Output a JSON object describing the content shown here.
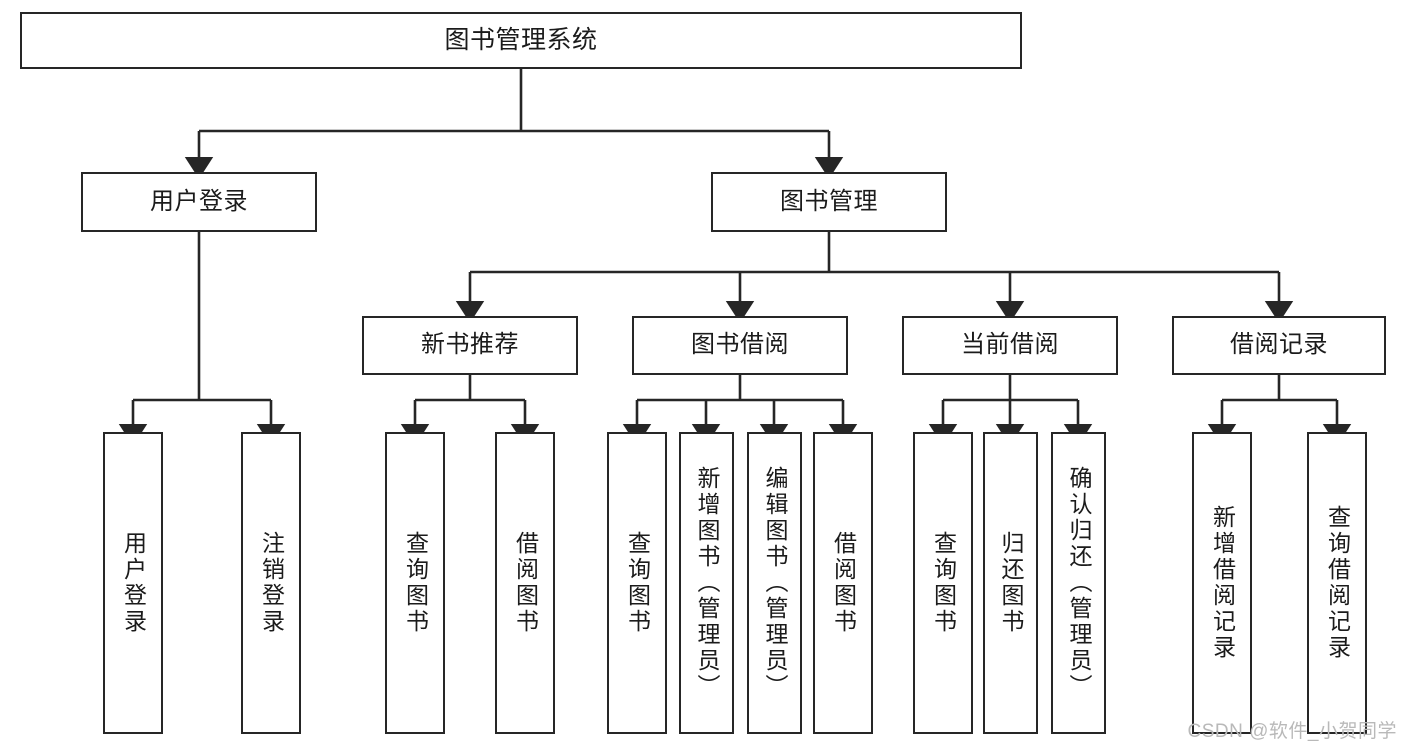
{
  "diagram": {
    "type": "tree-hierarchy-chart",
    "title": "图书管理系统",
    "colors": {
      "stroke": "#262626",
      "fill": "#ffffff",
      "text": "#1b1b1b",
      "watermark": "#b9b9b9"
    },
    "levels": {
      "root": {
        "label": "图书管理系统"
      },
      "level2": [
        {
          "label": "用户登录"
        },
        {
          "label": "图书管理"
        }
      ],
      "level3": [
        {
          "label": "新书推荐"
        },
        {
          "label": "图书借阅"
        },
        {
          "label": "当前借阅"
        },
        {
          "label": "借阅记录"
        }
      ],
      "leaves": {
        "user_login": [
          {
            "label": "用户登录"
          },
          {
            "label": "注销登录"
          }
        ],
        "new_book_recommend": [
          {
            "label": "查询图书"
          },
          {
            "label": "借阅图书"
          }
        ],
        "book_borrow": [
          {
            "label": "查询图书"
          },
          {
            "label": "新增图书（管理员）"
          },
          {
            "label": "编辑图书（管理员）"
          },
          {
            "label": "借阅图书"
          }
        ],
        "current_borrow": [
          {
            "label": "查询图书"
          },
          {
            "label": "归还图书"
          },
          {
            "label": "确认归还（管理员）"
          }
        ],
        "borrow_records": [
          {
            "label": "新增借阅记录"
          },
          {
            "label": "查询借阅记录"
          }
        ]
      }
    }
  },
  "watermark": {
    "text": "CSDN @软件_小贺同学"
  }
}
